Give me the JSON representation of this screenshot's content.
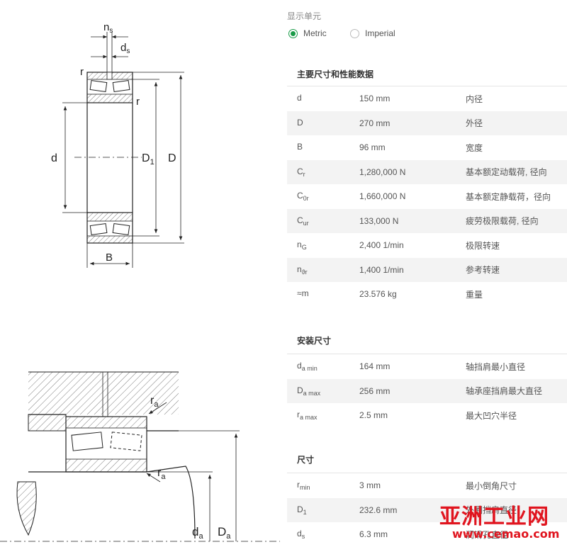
{
  "drawings": {
    "top_labels": {
      "ns": "n",
      "ns_sub": "s",
      "ds": "d",
      "ds_sub": "s",
      "r1": "r",
      "r2": "r",
      "d": "d",
      "D1": "D",
      "D1_sub": "1",
      "D": "D",
      "B": "B"
    },
    "bottom_labels": {
      "ra1": "r",
      "ra1_sub": "a",
      "ra2": "r",
      "ra2_sub": "a",
      "da": "d",
      "da_sub": "a",
      "Da": "D",
      "Da_sub": "a"
    }
  },
  "unit": {
    "label": "显示单元",
    "options": [
      {
        "label": "Metric",
        "selected": true
      },
      {
        "label": "Imperial",
        "selected": false
      }
    ]
  },
  "sections": {
    "main": {
      "title": "主要尺寸和性能数据",
      "rows": [
        {
          "sym": "d",
          "sub": "",
          "value": "150 mm",
          "desc": "内径"
        },
        {
          "sym": "D",
          "sub": "",
          "value": "270 mm",
          "desc": "外径"
        },
        {
          "sym": "B",
          "sub": "",
          "value": "96 mm",
          "desc": "宽度"
        },
        {
          "sym": "C",
          "sub": "r",
          "value": "1,280,000 N",
          "desc": "基本额定动载荷, 径向"
        },
        {
          "sym": "C",
          "sub": "0r",
          "value": "1,660,000 N",
          "desc": "基本额定静载荷，径向"
        },
        {
          "sym": "C",
          "sub": "ur",
          "value": "133,000 N",
          "desc": "疲劳极限载荷, 径向"
        },
        {
          "sym": "n",
          "sub": "G",
          "value": "2,400 1/min",
          "desc": "极限转速"
        },
        {
          "sym": "n",
          "sub": "ϑr",
          "value": "1,400 1/min",
          "desc": "参考转速"
        },
        {
          "sym": "≈m",
          "sub": "",
          "value": "23.576 kg",
          "desc": "重量"
        }
      ]
    },
    "mounting": {
      "title": "安装尺寸",
      "rows": [
        {
          "sym": "d",
          "sub": "a min",
          "value": "164 mm",
          "desc": "轴挡肩最小直径"
        },
        {
          "sym": "D",
          "sub": "a max",
          "value": "256 mm",
          "desc": "轴承座挡肩最大直径"
        },
        {
          "sym": "r",
          "sub": "a max",
          "value": "2.5 mm",
          "desc": "最大凹穴半径"
        }
      ]
    },
    "dimensions": {
      "title": "尺寸",
      "rows": [
        {
          "sym": "r",
          "sub": "min",
          "value": "3 mm",
          "desc": "最小倒角尺寸"
        },
        {
          "sym": "D",
          "sub": "1",
          "value": "232.6 mm",
          "desc": "外圈挡肩直径"
        },
        {
          "sym": "d",
          "sub": "s",
          "value": "6.3 mm",
          "desc": "润滑孔直径"
        }
      ]
    }
  },
  "watermark": {
    "top": "亚洲工业网",
    "bottom": "www.cemao.com",
    "color": "#e0141e"
  }
}
